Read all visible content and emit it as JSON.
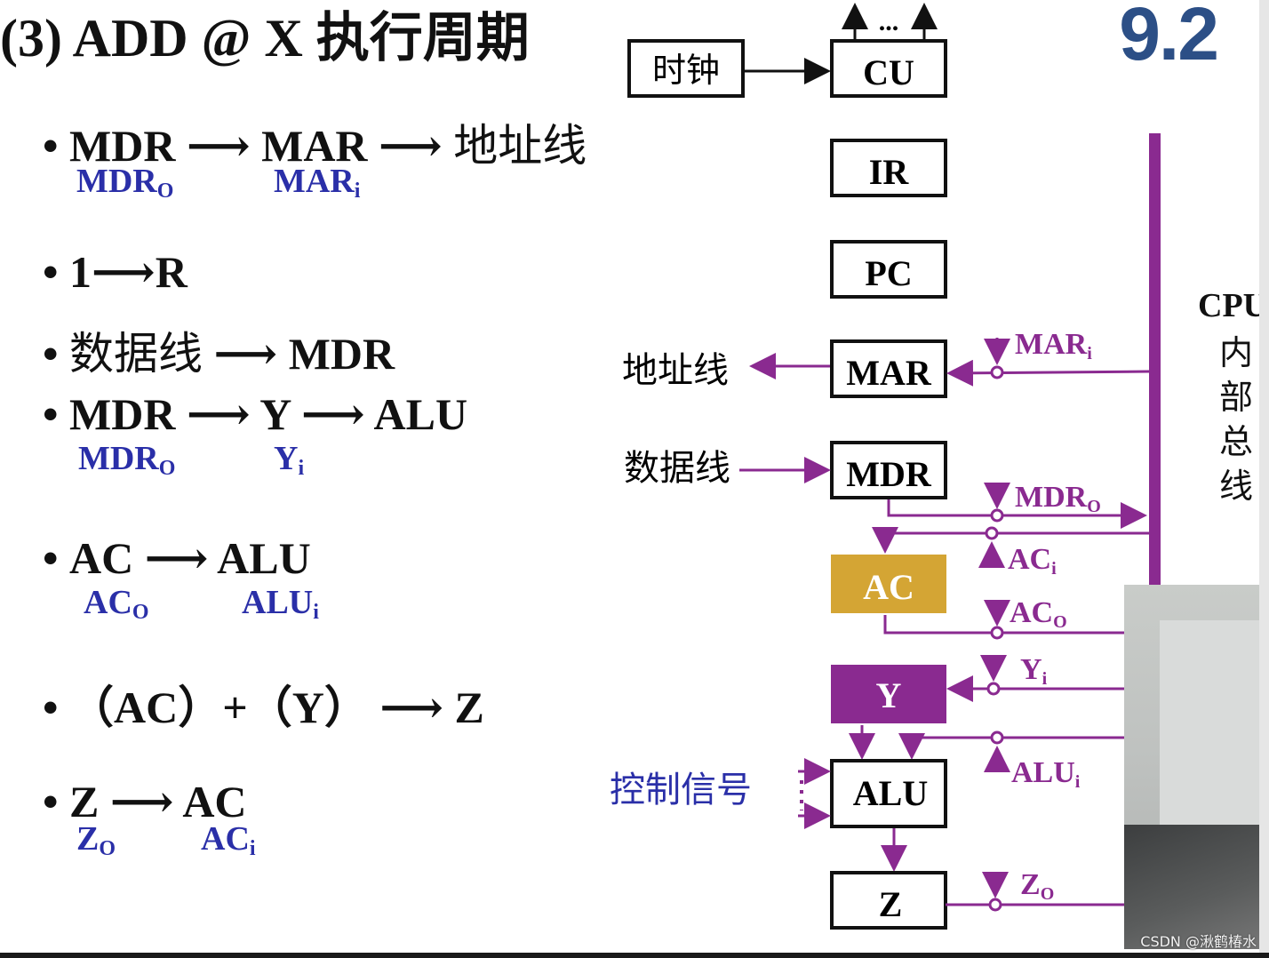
{
  "slide": {
    "title": "(3) ADD @ X  执行周期",
    "badge": "9.2"
  },
  "steps": [
    {
      "text": "• MDR ⟶ MAR ⟶ 地址线"
    },
    {
      "text": "• 1 ⟶ R"
    },
    {
      "text": "• 数据线 ⟶ MDR"
    },
    {
      "text": "• MDR ⟶ Y ⟶ ALU"
    },
    {
      "text": "• AC ⟶ ALU"
    },
    {
      "text": "• （AC）+（Y）⟶ Z"
    },
    {
      "text": "• Z ⟶ AC"
    }
  ],
  "step_parts": {
    "s1": {
      "a": "MDR",
      "b": "MAR",
      "c": "地址线",
      "sig_a": "MDR",
      "sig_a_sub": "O",
      "sig_b": "MAR",
      "sig_b_sub": "i"
    },
    "s2": {
      "a": "1",
      "b": "R"
    },
    "s3": {
      "a": "数据线",
      "b": "MDR"
    },
    "s4": {
      "a": "MDR",
      "b": "Y",
      "c": "ALU",
      "sig_a": "MDR",
      "sig_a_sub": "O",
      "sig_b": "Y",
      "sig_b_sub": "i"
    },
    "s5": {
      "a": "AC",
      "b": "ALU",
      "sig_a": "AC",
      "sig_a_sub": "O",
      "sig_b": "ALU",
      "sig_b_sub": "i"
    },
    "s6": {
      "a": "（AC）+（Y）",
      "b": "Z"
    },
    "s7": {
      "a": "Z",
      "b": "AC",
      "sig_a": "Z",
      "sig_a_sub": "O",
      "sig_b": "AC",
      "sig_b_sub": "i"
    }
  },
  "diagram": {
    "clock": "时钟",
    "dots": "...",
    "registers": {
      "cu": "CU",
      "ir": "IR",
      "pc": "PC",
      "mar": "MAR",
      "mdr": "MDR",
      "ac": "AC",
      "y": "Y",
      "alu": "ALU",
      "z": "Z"
    },
    "addr_bus": "地址线",
    "data_bus": "数据线",
    "control": "控制信号",
    "bus_label": [
      "CPU",
      "内",
      "部",
      "总",
      "线"
    ],
    "signals": {
      "mar_i": {
        "name": "MAR",
        "sub": "i"
      },
      "mdr_o": {
        "name": "MDR",
        "sub": "O"
      },
      "ac_i": {
        "name": "AC",
        "sub": "i"
      },
      "ac_o": {
        "name": "AC",
        "sub": "O"
      },
      "y_i": {
        "name": "Y",
        "sub": "i"
      },
      "alu_i": {
        "name": "ALU",
        "sub": "i"
      },
      "z_o": {
        "name": "Z",
        "sub": "O"
      }
    }
  },
  "watermark": "CSDN @湫鹤椿水",
  "colors": {
    "bus": "#8a2a90",
    "ac_fill": "#d4a534",
    "y_fill": "#8a2a90",
    "signal_text": "#2a2fa8",
    "badge": "#2c4f86"
  }
}
